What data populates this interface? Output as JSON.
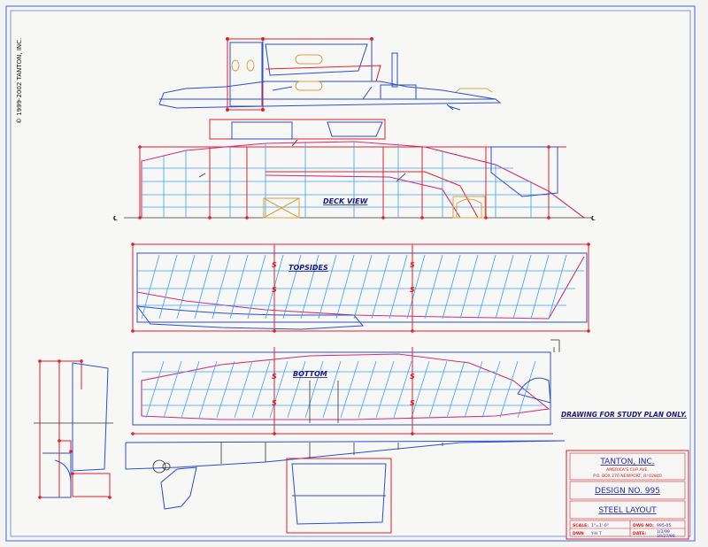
{
  "copyright": "© 1999-2002 TANTON, INC.",
  "views": {
    "deck": "DECK VIEW",
    "topsides": "TOPSIDES",
    "bottom": "BOTTOM"
  },
  "centerline_mark": "℄",
  "station_mark": "S",
  "note": "DRAWING FOR STUDY PLAN ONLY.",
  "title_block": {
    "company": "TANTON, INC.",
    "address_line1": "AMERICA'S CUP AVE.",
    "address_line2": "P.O. BOX 270 NEWPORT, RI 02840",
    "design": "DESIGN NO. 995",
    "drawing": "STEEL LAYOUT",
    "scale_label": "SCALE:",
    "scale_value": "1\"=1'-0\"",
    "dwn_label": "DWN",
    "dwn_value": "Y-H T",
    "dwg_label": "DWG NO:",
    "dwg_value": "995-05",
    "date_label": "DATE:",
    "date_value": "1/2/99",
    "date_value2": "10/27/99"
  }
}
